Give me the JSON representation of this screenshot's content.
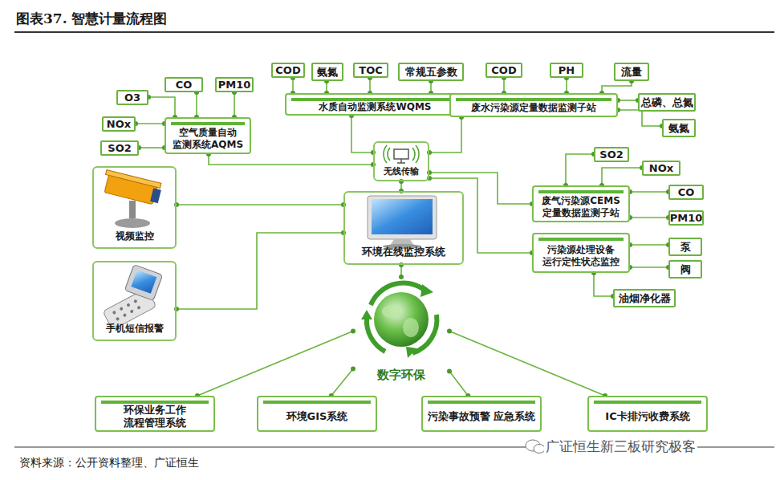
{
  "diagram": {
    "title": "图表37.  智慧计量流程图",
    "caption": "资料来源：公开资料整理、广证恒生",
    "nodes": [
      {
        "text": [
          "COD"
        ]
      },
      {
        "text": [
          "氨氮"
        ]
      },
      {
        "text": [
          "TOC"
        ]
      },
      {
        "text": [
          "常规五参数"
        ]
      },
      {
        "text": [
          "COD"
        ]
      },
      {
        "text": [
          "PH"
        ]
      },
      {
        "text": [
          "流量"
        ]
      },
      {
        "text": [
          "O3"
        ]
      },
      {
        "text": [
          "CO"
        ]
      },
      {
        "text": [
          "PM10"
        ]
      },
      {
        "text": [
          "水质自动监测系统WQMS"
        ]
      },
      {
        "text": [
          "废水污染源定量数据监测子站"
        ]
      },
      {
        "text": [
          "总磷、总氮"
        ]
      },
      {
        "text": [
          "NOx"
        ]
      },
      {
        "text": [
          "氨氮"
        ]
      },
      {
        "text": [
          "空气质量自动 监测系统AQMS"
        ]
      },
      {
        "text": [
          "SO2"
        ]
      },
      {
        "text": [
          "无线传输"
        ]
      },
      {
        "text": [
          "SO2"
        ]
      },
      {
        "text": [
          "NOx"
        ]
      },
      {
        "text": [
          "视频监控"
        ]
      },
      {
        "text": [
          "环境在线监控系统"
        ]
      },
      {
        "text": [
          "废气污染源CEMS 定量数据监测子站"
        ]
      },
      {
        "text": [
          "CO"
        ]
      },
      {
        "text": [
          "PM10"
        ]
      },
      {
        "text": [
          "泵"
        ]
      },
      {
        "text": [
          "污染源处理设备 运行定性状态监控"
        ]
      },
      {
        "text": [
          "阀"
        ]
      },
      {
        "text": [
          "手机短信报警"
        ]
      },
      {
        "text": [
          "油烟净化器"
        ]
      },
      {
        "text": [
          "数字环保"
        ]
      },
      {
        "text": [
          "环保业务工作 流程管理系统"
        ]
      },
      {
        "text": [
          "环境GIS系统"
        ]
      },
      {
        "text": [
          "污染事故预警 应急系统"
        ]
      },
      {
        "text": [
          "IC卡排污收费系统"
        ]
      }
    ],
    "edges": [
      {
        "from": 0,
        "to": 10,
        "arrow": "none"
      },
      {
        "from": 1,
        "to": 10,
        "arrow": "none"
      },
      {
        "from": 2,
        "to": 10,
        "arrow": "none"
      },
      {
        "from": 3,
        "to": 10,
        "arrow": "none"
      },
      {
        "from": 4,
        "to": 11,
        "arrow": "none"
      },
      {
        "from": 5,
        "to": 11,
        "arrow": "none"
      },
      {
        "from": 6,
        "to": 11,
        "arrow": "none"
      },
      {
        "from": 12,
        "to": 11,
        "arrow": "none"
      },
      {
        "from": 14,
        "to": 11,
        "arrow": "none"
      },
      {
        "from": 7,
        "to": 15,
        "arrow": "none"
      },
      {
        "from": 8,
        "to": 15,
        "arrow": "none"
      },
      {
        "from": 9,
        "to": 15,
        "arrow": "none"
      },
      {
        "from": 13,
        "to": 15,
        "arrow": "none"
      },
      {
        "from": 16,
        "to": 15,
        "arrow": "none"
      },
      {
        "from": 10,
        "to": 17,
        "arrow": "none"
      },
      {
        "from": 11,
        "to": 17,
        "arrow": "none"
      },
      {
        "from": 15,
        "to": 17,
        "arrow": "none"
      },
      {
        "from": 18,
        "to": 22,
        "arrow": "none"
      },
      {
        "from": 19,
        "to": 22,
        "arrow": "none"
      },
      {
        "from": 23,
        "to": 22,
        "arrow": "none"
      },
      {
        "from": 24,
        "to": 22,
        "arrow": "none"
      },
      {
        "from": 25,
        "to": 26,
        "arrow": "none"
      },
      {
        "from": 27,
        "to": 26,
        "arrow": "none"
      },
      {
        "from": 29,
        "to": 26,
        "arrow": "none"
      },
      {
        "from": 17,
        "to": 21,
        "arrow": "none"
      },
      {
        "from": 22,
        "to": 17,
        "arrow": "none"
      },
      {
        "from": 26,
        "to": 17,
        "arrow": "none"
      },
      {
        "from": 21,
        "to": 20,
        "arrow": "none"
      },
      {
        "from": 21,
        "to": 28,
        "arrow": "none"
      },
      {
        "from": 21,
        "to": 30,
        "arrow": "none"
      },
      {
        "from": 30,
        "to": 31,
        "arrow": "none"
      },
      {
        "from": 30,
        "to": 32,
        "arrow": "none"
      },
      {
        "from": 30,
        "to": 33,
        "arrow": "none"
      },
      {
        "from": 30,
        "to": 34,
        "arrow": "none"
      }
    ],
    "labels": [
      "广证恒生新三板研究极客"
    ]
  }
}
